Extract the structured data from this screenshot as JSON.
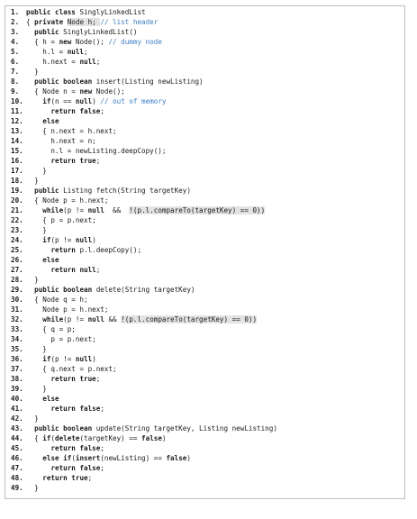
{
  "code_listing": {
    "lines": [
      {
        "n": "1.",
        "segs": [
          {
            "t": "public class ",
            "k": "kw"
          },
          {
            "t": "SinglyLinkedList"
          }
        ]
      },
      {
        "n": "2.",
        "segs": [
          {
            "t": "{ "
          },
          {
            "t": "private ",
            "k": "kw"
          },
          {
            "t": "Node h; ",
            "k": "hl"
          },
          {
            "t": "// list header",
            "k": "cm"
          }
        ]
      },
      {
        "n": "3.",
        "segs": [
          {
            "t": "  "
          },
          {
            "t": "public ",
            "k": "kw"
          },
          {
            "t": "SinglyLinkedList()"
          }
        ]
      },
      {
        "n": "4.",
        "segs": [
          {
            "t": "  { h = "
          },
          {
            "t": "new ",
            "k": "kw"
          },
          {
            "t": "Node(); "
          },
          {
            "t": "// dummy node",
            "k": "cm"
          }
        ]
      },
      {
        "n": "5.",
        "segs": [
          {
            "t": "    h.l = "
          },
          {
            "t": "null",
            "k": "kw"
          },
          {
            "t": ";"
          }
        ]
      },
      {
        "n": "6.",
        "segs": [
          {
            "t": "    h.next = "
          },
          {
            "t": "null",
            "k": "kw"
          },
          {
            "t": ";"
          }
        ]
      },
      {
        "n": "7.",
        "segs": [
          {
            "t": "  }"
          }
        ]
      },
      {
        "n": "8.",
        "segs": [
          {
            "t": "  "
          },
          {
            "t": "public boolean ",
            "k": "kw"
          },
          {
            "t": "insert(Listing newListing)"
          }
        ]
      },
      {
        "n": "9.",
        "segs": [
          {
            "t": "  { Node n = "
          },
          {
            "t": "new ",
            "k": "kw"
          },
          {
            "t": "Node();"
          }
        ]
      },
      {
        "n": "10.",
        "segs": [
          {
            "t": "    "
          },
          {
            "t": "if",
            "k": "kw"
          },
          {
            "t": "(n == "
          },
          {
            "t": "null",
            "k": "kw"
          },
          {
            "t": ") "
          },
          {
            "t": "// out of memory",
            "k": "cm"
          }
        ]
      },
      {
        "n": "11.",
        "segs": [
          {
            "t": "      "
          },
          {
            "t": "return false",
            "k": "kw"
          },
          {
            "t": ";"
          }
        ]
      },
      {
        "n": "12.",
        "segs": [
          {
            "t": "    "
          },
          {
            "t": "else",
            "k": "kw"
          }
        ]
      },
      {
        "n": "13.",
        "segs": [
          {
            "t": "    { n.next = h.next;"
          }
        ]
      },
      {
        "n": "14.",
        "segs": [
          {
            "t": "      h.next = n;"
          }
        ]
      },
      {
        "n": "15.",
        "segs": [
          {
            "t": "      n.l = newListing.deepCopy();"
          }
        ]
      },
      {
        "n": "16.",
        "segs": [
          {
            "t": "      "
          },
          {
            "t": "return true",
            "k": "kw"
          },
          {
            "t": ";"
          }
        ]
      },
      {
        "n": "17.",
        "segs": [
          {
            "t": "    }"
          }
        ]
      },
      {
        "n": "18.",
        "segs": [
          {
            "t": "  }"
          }
        ]
      },
      {
        "n": "19.",
        "segs": [
          {
            "t": "  "
          },
          {
            "t": "public ",
            "k": "kw"
          },
          {
            "t": "Listing fetch(String targetKey)"
          }
        ]
      },
      {
        "n": "20.",
        "segs": [
          {
            "t": "  { Node p = h.next;"
          }
        ]
      },
      {
        "n": "21.",
        "segs": [
          {
            "t": "    "
          },
          {
            "t": "while",
            "k": "kw"
          },
          {
            "t": "(p != "
          },
          {
            "t": "null",
            "k": "kw"
          },
          {
            "t": "  &&  "
          },
          {
            "t": "!(p.l.compareTo(targetKey) == 0))",
            "k": "hl"
          }
        ]
      },
      {
        "n": "22.",
        "segs": [
          {
            "t": "    { p = p.next;"
          }
        ]
      },
      {
        "n": "23.",
        "segs": [
          {
            "t": "    }"
          }
        ]
      },
      {
        "n": "24.",
        "segs": [
          {
            "t": "    "
          },
          {
            "t": "if",
            "k": "kw"
          },
          {
            "t": "(p != "
          },
          {
            "t": "null",
            "k": "kw"
          },
          {
            "t": ")"
          }
        ]
      },
      {
        "n": "25.",
        "segs": [
          {
            "t": "      "
          },
          {
            "t": "return ",
            "k": "kw"
          },
          {
            "t": "p.l.deepCopy();"
          }
        ]
      },
      {
        "n": "26.",
        "segs": [
          {
            "t": "    "
          },
          {
            "t": "else",
            "k": "kw"
          }
        ]
      },
      {
        "n": "27.",
        "segs": [
          {
            "t": "      "
          },
          {
            "t": "return null",
            "k": "kw"
          },
          {
            "t": ";"
          }
        ]
      },
      {
        "n": "28.",
        "segs": [
          {
            "t": "  }"
          }
        ]
      },
      {
        "n": "29.",
        "segs": [
          {
            "t": "  "
          },
          {
            "t": "public boolean ",
            "k": "kw"
          },
          {
            "t": "delete(String targetKey)"
          }
        ]
      },
      {
        "n": "30.",
        "segs": [
          {
            "t": "  { Node q = h;"
          }
        ]
      },
      {
        "n": "31.",
        "segs": [
          {
            "t": "    Node p = h.next;"
          }
        ]
      },
      {
        "n": "32.",
        "segs": [
          {
            "t": "    "
          },
          {
            "t": "while",
            "k": "kw"
          },
          {
            "t": "(p != "
          },
          {
            "t": "null",
            "k": "kw"
          },
          {
            "t": " && "
          },
          {
            "t": "!(p.l.compareTo(targetKey) == 0))",
            "k": "hl"
          }
        ]
      },
      {
        "n": "33.",
        "segs": [
          {
            "t": "    { q = p;"
          }
        ]
      },
      {
        "n": "34.",
        "segs": [
          {
            "t": "      p = p.next;"
          }
        ]
      },
      {
        "n": "35.",
        "segs": [
          {
            "t": "    }"
          }
        ]
      },
      {
        "n": "36.",
        "segs": [
          {
            "t": "    "
          },
          {
            "t": "if",
            "k": "kw"
          },
          {
            "t": "(p != "
          },
          {
            "t": "null",
            "k": "kw"
          },
          {
            "t": ")"
          }
        ]
      },
      {
        "n": "37.",
        "segs": [
          {
            "t": "    { q.next = p.next;"
          }
        ]
      },
      {
        "n": "38.",
        "segs": [
          {
            "t": "      "
          },
          {
            "t": "return true",
            "k": "kw"
          },
          {
            "t": ";"
          }
        ]
      },
      {
        "n": "39.",
        "segs": [
          {
            "t": "    }"
          }
        ]
      },
      {
        "n": "40.",
        "segs": [
          {
            "t": "    "
          },
          {
            "t": "else",
            "k": "kw"
          }
        ]
      },
      {
        "n": "41.",
        "segs": [
          {
            "t": "      "
          },
          {
            "t": "return false",
            "k": "kw"
          },
          {
            "t": ";"
          }
        ]
      },
      {
        "n": "42.",
        "segs": [
          {
            "t": "  }"
          }
        ]
      },
      {
        "n": "43.",
        "segs": [
          {
            "t": "  "
          },
          {
            "t": "public boolean ",
            "k": "kw"
          },
          {
            "t": "update(String targetKey, Listing newListing)"
          }
        ]
      },
      {
        "n": "44.",
        "segs": [
          {
            "t": "  { "
          },
          {
            "t": "if",
            "k": "kw"
          },
          {
            "t": "("
          },
          {
            "t": "delete",
            "k": "kw"
          },
          {
            "t": "(targetKey) == "
          },
          {
            "t": "false",
            "k": "kw"
          },
          {
            "t": ")"
          }
        ]
      },
      {
        "n": "45.",
        "segs": [
          {
            "t": "      "
          },
          {
            "t": "return false",
            "k": "kw"
          },
          {
            "t": ";"
          }
        ]
      },
      {
        "n": "46.",
        "segs": [
          {
            "t": "    "
          },
          {
            "t": "else if",
            "k": "kw"
          },
          {
            "t": "("
          },
          {
            "t": "insert",
            "k": "kw"
          },
          {
            "t": "(newListing) == "
          },
          {
            "t": "false",
            "k": "kw"
          },
          {
            "t": ")"
          }
        ]
      },
      {
        "n": "47.",
        "segs": [
          {
            "t": "      "
          },
          {
            "t": "return false",
            "k": "kw"
          },
          {
            "t": ";"
          }
        ]
      },
      {
        "n": "48.",
        "segs": [
          {
            "t": "    "
          },
          {
            "t": "return true",
            "k": "kw"
          },
          {
            "t": ";"
          }
        ]
      },
      {
        "n": "49.",
        "segs": [
          {
            "t": "  }"
          }
        ]
      }
    ]
  }
}
